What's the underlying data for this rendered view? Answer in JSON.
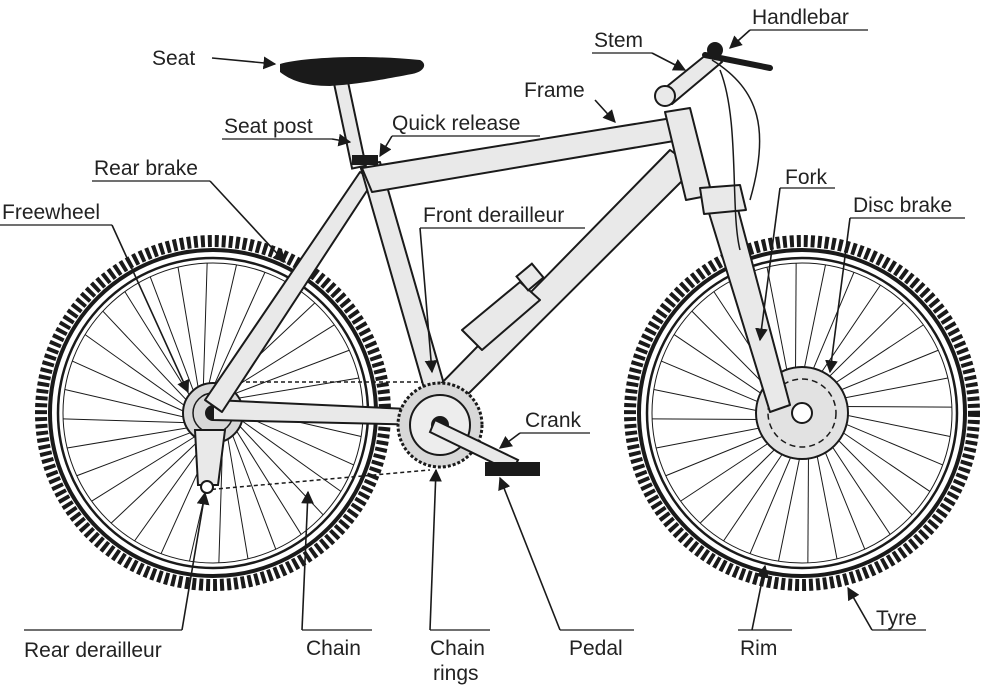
{
  "labels": {
    "seat": "Seat",
    "seat_post": "Seat post",
    "quick_release": "Quick release",
    "rear_brake": "Rear brake",
    "freewheel": "Freewheel",
    "stem": "Stem",
    "handlebar": "Handlebar",
    "frame": "Frame",
    "fork": "Fork",
    "disc_brake": "Disc brake",
    "front_derailleur": "Front derailleur",
    "crank": "Crank",
    "rear_derailleur": "Rear derailleur",
    "chain": "Chain",
    "chain_rings_line1": "Chain",
    "chain_rings_line2": "rings",
    "pedal": "Pedal",
    "rim": "Rim",
    "tyre": "Tyre"
  }
}
